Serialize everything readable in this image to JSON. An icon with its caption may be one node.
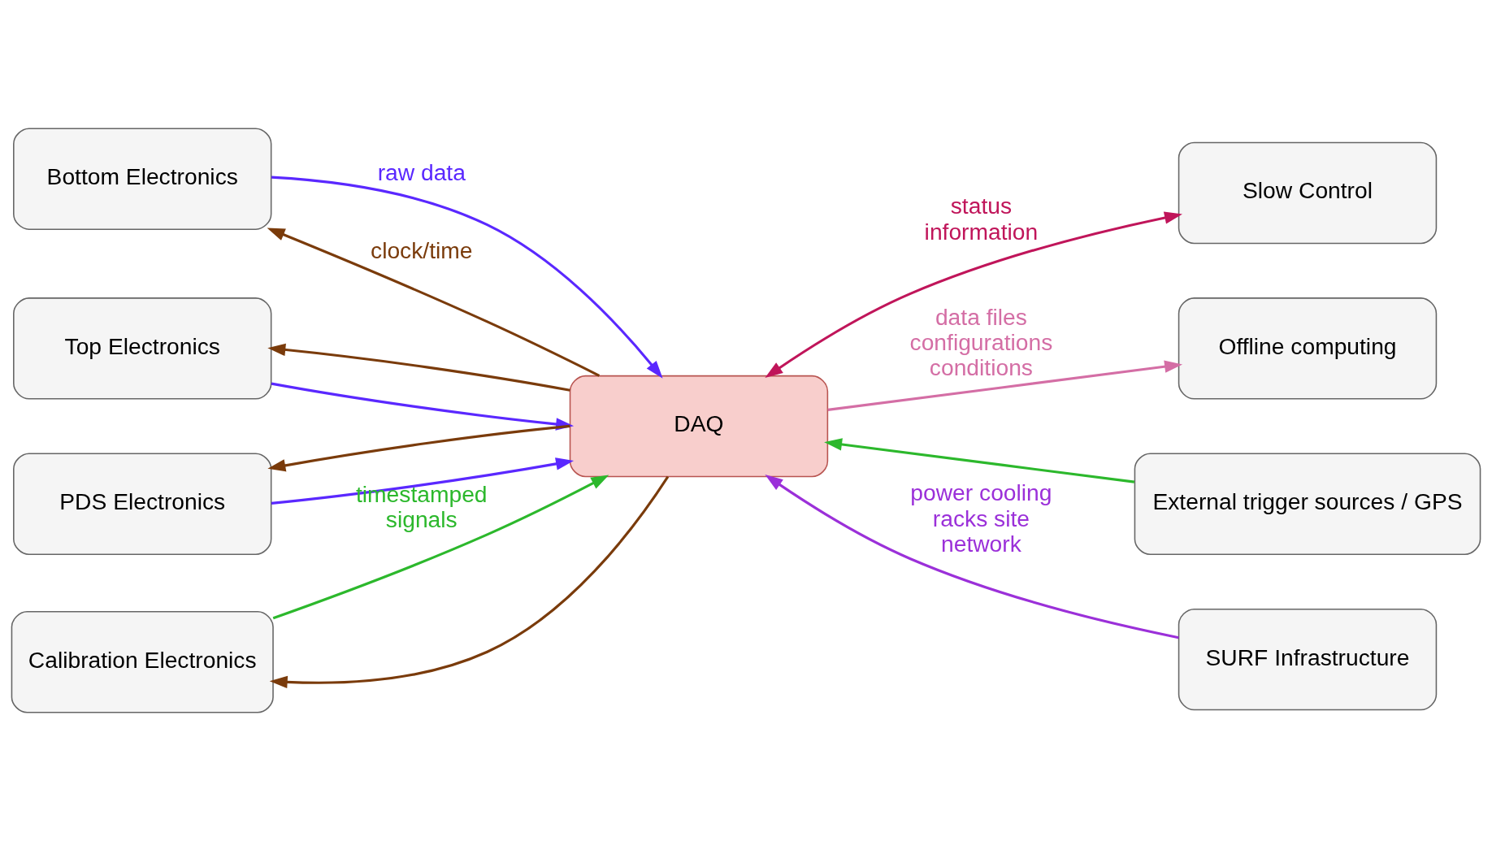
{
  "diagram": {
    "nodes": [
      {
        "text": [
          "Bottom Electronics"
        ]
      },
      {
        "text": [
          "Top Electronics"
        ]
      },
      {
        "text": [
          "PDS Electronics"
        ]
      },
      {
        "text": [
          "Calibration Electronics"
        ]
      },
      {
        "text": [
          "DAQ"
        ]
      },
      {
        "text": [
          "External trigger sources / GPS"
        ]
      },
      {
        "text": [
          "Slow Control"
        ]
      },
      {
        "text": [
          "Offline computing"
        ]
      },
      {
        "text": [
          "SURF Infrastructure"
        ]
      }
    ],
    "edges": [
      {
        "from": 0,
        "to": 4,
        "arrow": "to",
        "label": "raw data",
        "color": "#5a28ff"
      },
      {
        "from": 1,
        "to": 4,
        "arrow": "to",
        "color": "#5a28ff"
      },
      {
        "from": 2,
        "to": 4,
        "arrow": "to",
        "color": "#5a28ff"
      },
      {
        "from": 4,
        "to": 0,
        "arrow": "to",
        "label": "clock/time",
        "color": "#7a3b0b"
      },
      {
        "from": 4,
        "to": 1,
        "arrow": "to",
        "color": "#7a3b0b"
      },
      {
        "from": 4,
        "to": 2,
        "arrow": "to",
        "color": "#7a3b0b"
      },
      {
        "from": 4,
        "to": 3,
        "arrow": "to",
        "color": "#7a3b0b"
      },
      {
        "from": 3,
        "to": 4,
        "arrow": "to",
        "label": "timestamped signals",
        "color": "#2cb82c"
      },
      {
        "from": 5,
        "to": 4,
        "arrow": "to",
        "color": "#2cb82c"
      },
      {
        "from": 4,
        "to": 6,
        "arrow": "both",
        "label": "status information",
        "color": "#c0155a"
      },
      {
        "from": 4,
        "to": 7,
        "arrow": "to",
        "label": "data files configurations conditions",
        "color": "#d46ea5"
      },
      {
        "from": 8,
        "to": 4,
        "arrow": "to",
        "label": "power cooling racks site network",
        "color": "#9b30d9"
      }
    ]
  }
}
